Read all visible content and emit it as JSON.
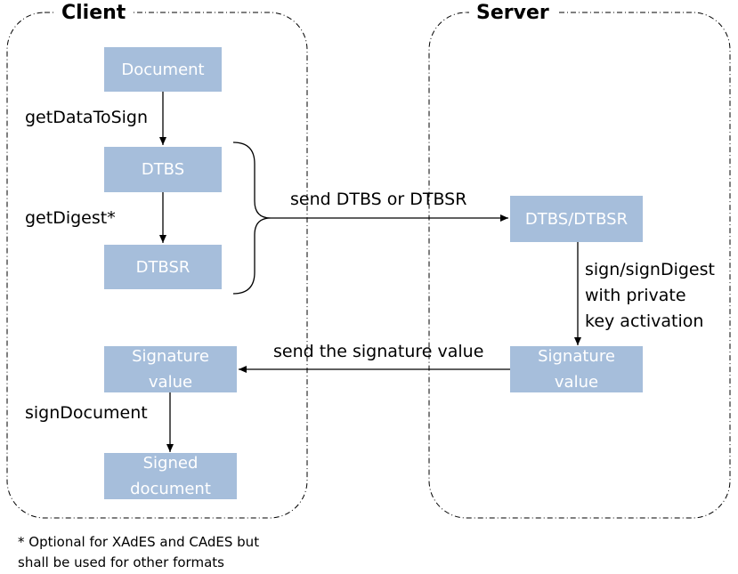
{
  "regions": {
    "client": "Client",
    "server": "Server"
  },
  "boxes": {
    "document": "Document",
    "dtbs": "DTBS",
    "dtbsr": "DTBSR",
    "client_signature_value": "Signature\nvalue",
    "signed_document": "Signed\ndocument",
    "server_dtbs": "DTBS/DTBSR",
    "server_signature_value": "Signature\nvalue"
  },
  "edge_labels": {
    "get_data_to_sign": "getDataToSign",
    "get_digest": "getDigest*",
    "send_dtbs": "send DTBS or DTBSR",
    "sign_digest": "sign/signDigest\nwith private\nkey activation",
    "send_signature": "send the signature value",
    "sign_document": "signDocument"
  },
  "footnote": "* Optional for XAdES and CAdES but\nshall be used for other formats",
  "colors": {
    "box_fill": "#a6bedb",
    "box_text": "#ffffff",
    "line": "#000000"
  }
}
